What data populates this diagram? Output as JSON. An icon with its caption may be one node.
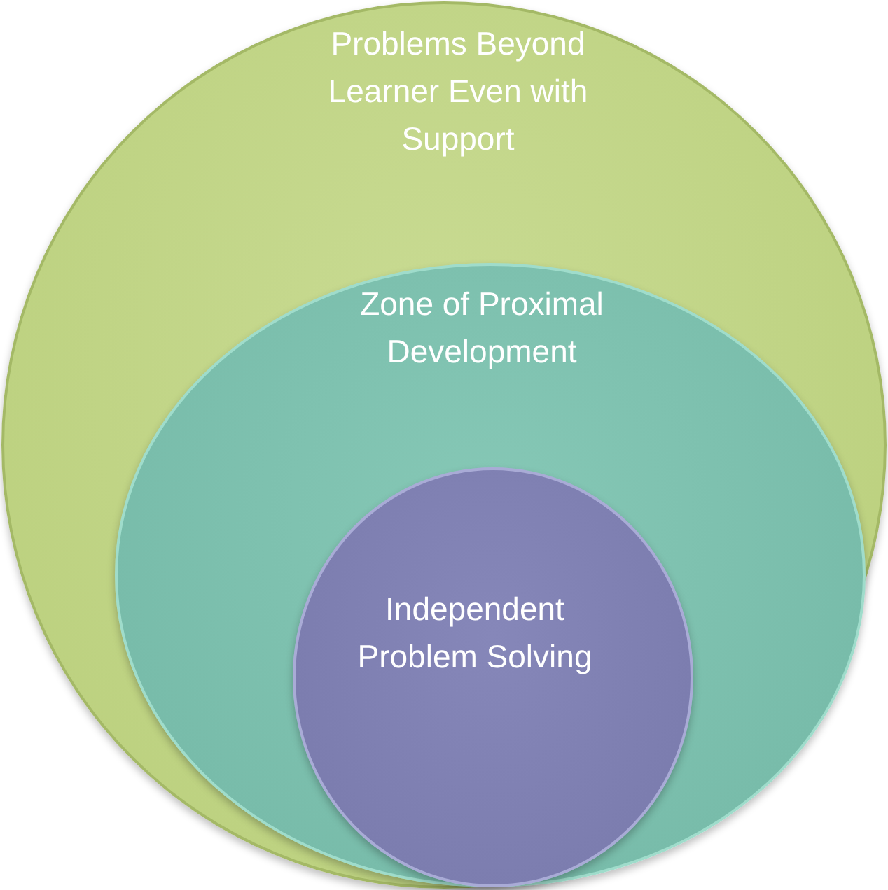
{
  "diagram": {
    "nodes": [
      {
        "text": [
          "Problems Beyond Learner Even with Support"
        ]
      },
      {
        "text": [
          "Zone of Proximal Development"
        ],
        "in": 0
      },
      {
        "text": [
          "Independent Problem Solving"
        ],
        "in": 1
      }
    ]
  }
}
